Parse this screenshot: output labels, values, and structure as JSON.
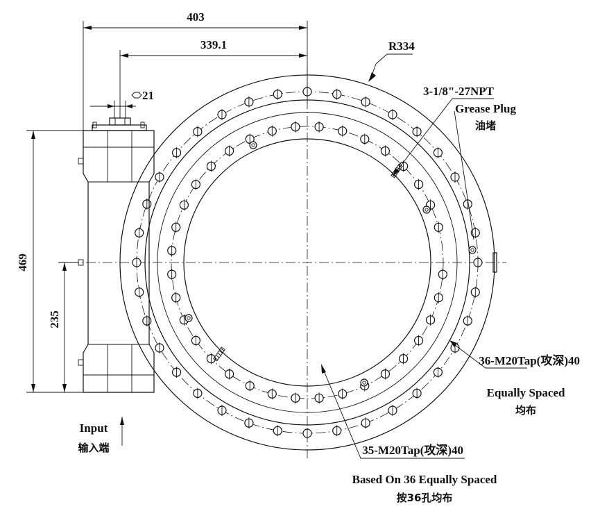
{
  "dimensions": {
    "overall_width": "403",
    "center_width": "339.1",
    "hex_size": "21",
    "radius": "R334",
    "overall_height": "469",
    "input_height": "235"
  },
  "annotations": {
    "grease_plug_spec": "3-1/8\"-27NPT",
    "grease_plug_en": "Grease Plug",
    "grease_plug_cn": "油堵",
    "outer_holes_spec": "36-M20Tap(攻深)40",
    "outer_holes_en": "Equally Spaced",
    "outer_holes_cn": "均布",
    "inner_holes_spec": "35-M20Tap(攻深)40",
    "inner_holes_en": "Based On 36 Equally Spaced",
    "inner_holes_cn": "按36孔均布",
    "input_en": "Input",
    "input_cn": "输入端"
  },
  "hole_pattern": {
    "outer_count": 36,
    "inner_count": 36,
    "inner_missing_index": 8
  }
}
